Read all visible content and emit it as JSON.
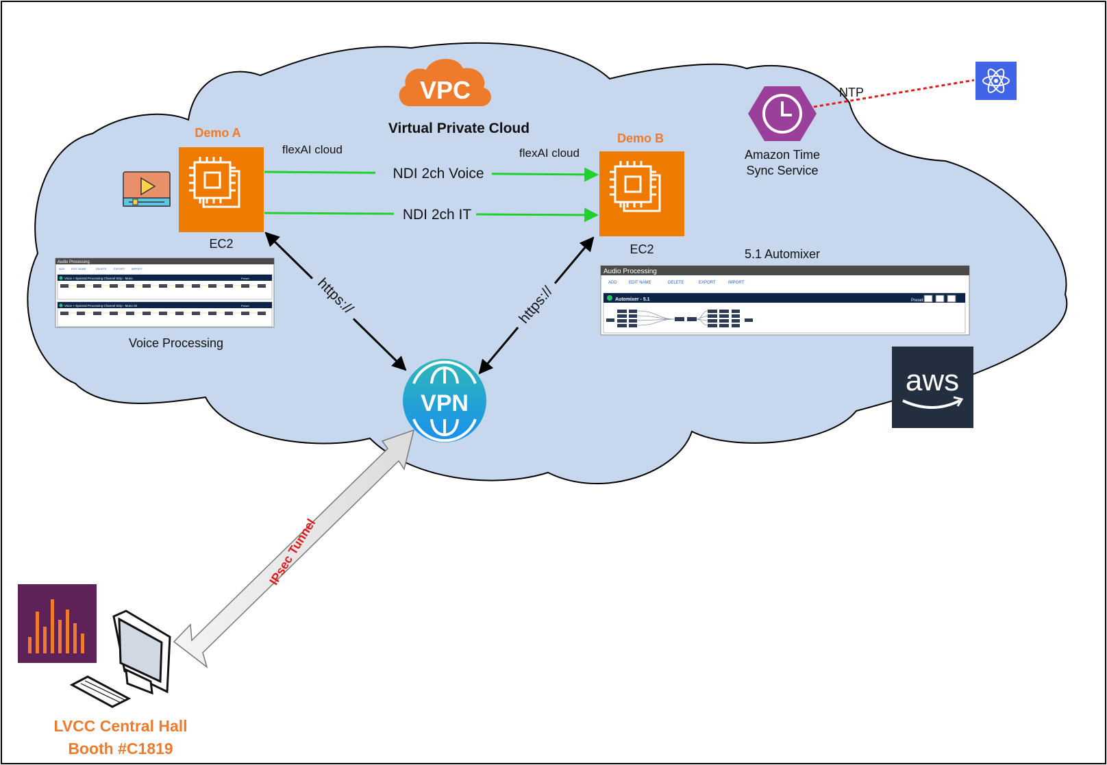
{
  "vpc": {
    "badge": "VPC",
    "title": "Virtual Private Cloud",
    "badge_color": "#ee7a2c",
    "fill_color": "#c6d7ee"
  },
  "demo_a": {
    "label": "Demo A",
    "cloud_label": "flexAI cloud",
    "instance_label": "EC2",
    "icon": "ec2-chip-icon"
  },
  "demo_b": {
    "label": "Demo B",
    "cloud_label": "flexAI cloud",
    "instance_label": "EC2",
    "icon": "ec2-chip-icon"
  },
  "streams": [
    {
      "label": "NDI 2ch Voice",
      "color": "#1fd12a"
    },
    {
      "label": "NDI 2ch IT",
      "color": "#1fd12a"
    }
  ],
  "links": {
    "https_left": "https://",
    "https_right": "https://",
    "tunnel": "IPsec Tunnel",
    "ntp": "NTP",
    "tunnel_color": "#e01b1b",
    "ntp_color": "#e01b1b"
  },
  "vpn": {
    "label": "VPN",
    "color": "#1aa3d9"
  },
  "time_sync": {
    "line1": "Amazon Time",
    "line2": "Sync Service",
    "color": "#9a3f9a"
  },
  "automixer": {
    "caption": "5.1 Automixer",
    "panel_title": "Audio Processing",
    "toolbar": [
      "ADD",
      "EDIT NAME",
      "DELETE",
      "EXPORT",
      "IMPORT"
    ],
    "strip_title": "Automixer - 5.1",
    "preset_label": "Preset"
  },
  "voice_processing": {
    "caption": "Voice Processing",
    "panel_title": "Audio Processing",
    "toolbar": [
      "ADD",
      "EDIT NAME",
      "DELETE",
      "EXPORT",
      "IMPORT"
    ],
    "strips": [
      "Voice + Spectral Processing Channel Strip - Mono",
      "Voice + Spectral Processing Channel Strip - Mono 02"
    ],
    "preset_label": "Preset"
  },
  "aws": {
    "logo_text": "aws",
    "background": "#232f3e"
  },
  "booth": {
    "line1": "LVCC Central Hall",
    "line2": "Booth #C1819",
    "color": "#ee7a2c"
  },
  "icons": {
    "media_player": "media-player-icon",
    "atomic_clock": "atomic-clock-icon",
    "audio_levels": "audio-levels-icon",
    "workstation": "computer-workstation-icon"
  }
}
